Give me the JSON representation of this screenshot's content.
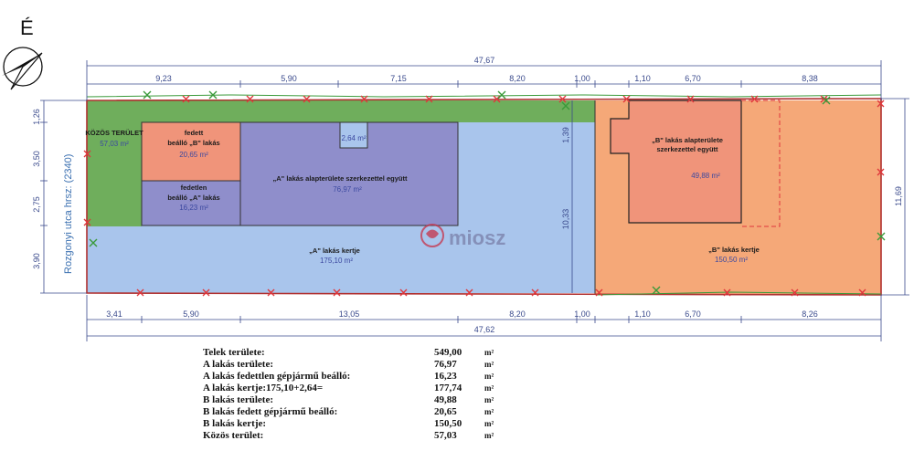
{
  "compass": {
    "letter": "É"
  },
  "street_label": "Rozgonyi utca hrsz: (2340)",
  "top_dims": {
    "total": "47,67",
    "segments": [
      "9,23",
      "5,90",
      "7,15",
      "8,20",
      "1,00",
      "1,10",
      "6,70",
      "8,38"
    ]
  },
  "bottom_dims": {
    "total": "47,62",
    "segments": [
      "3,41",
      "5,90",
      "13,05",
      "8,20",
      "1,00",
      "1,10",
      "6,70",
      "8,26"
    ]
  },
  "left_dims": [
    "1,26",
    "3,50",
    "2,75",
    "3,90"
  ],
  "right_dim": "11,69",
  "inner_dims": [
    "1,39",
    "10,33"
  ],
  "areas": {
    "common": {
      "title": "KÖZÖS TERÜLET",
      "value": "57,03 m²"
    },
    "covered_b": {
      "title_1": "fedett",
      "title_2": "beálló „B\" lakás",
      "value": "20,65 m²"
    },
    "uncovered_a": {
      "title_1": "fedetlen",
      "title_2": "beálló „A\" lakás",
      "value": "16,23 m²"
    },
    "small_a": {
      "value": "2,64 m²"
    },
    "a_building": {
      "title": "„A\" lakás alapterülete szerkezettel együtt",
      "value": "76,97 m²"
    },
    "a_garden": {
      "title": "„A\" lakás kertje",
      "value": "175,10 m²"
    },
    "b_building": {
      "title_1": "„B\" lakás alapterülete",
      "title_2": "szerkezettel együtt",
      "value": "49,88 m²"
    },
    "b_garden": {
      "title": "„B\" lakás kertje",
      "value": "150,50 m²"
    }
  },
  "watermark": "miosz",
  "colors": {
    "common_green": "#6fae5c",
    "garden_a_blue": "#a9c5ec",
    "building_a_purple": "#8f8ecb",
    "covered_b_orange": "#f0947a",
    "garden_b_orange": "#f5a878",
    "marker_red": "#e0363b"
  },
  "summary": [
    {
      "label": "Telek területe:",
      "value": "549,00",
      "unit": "m²"
    },
    {
      "label": "A lakás területe:",
      "value": "76,97",
      "unit": "m²"
    },
    {
      "label": "A lakás fedettlen gépjármű beálló:",
      "value": "16,23",
      "unit": "m²"
    },
    {
      "label": "A lakás kertje:175,10+2,64=",
      "value": "177,74",
      "unit": "m²"
    },
    {
      "label": "B lakás területe:",
      "value": "49,88",
      "unit": "m²"
    },
    {
      "label": "B lakás fedett gépjármű beálló:",
      "value": "20,65",
      "unit": "m²"
    },
    {
      "label": "B lakás kertje:",
      "value": "150,50",
      "unit": "m²"
    },
    {
      "label": "Közös terület:",
      "value": "57,03",
      "unit": "m²"
    }
  ]
}
